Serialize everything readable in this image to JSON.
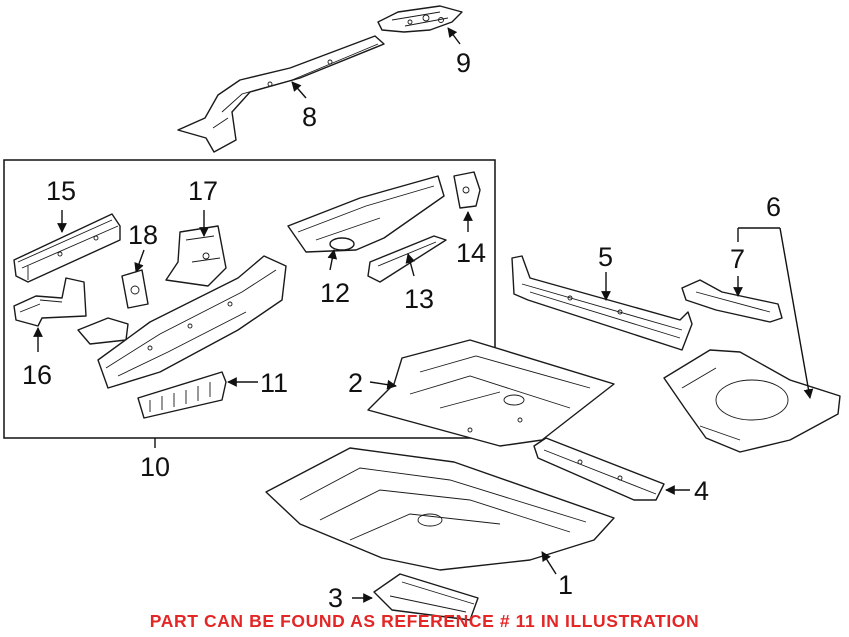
{
  "callouts": {
    "c1": "1",
    "c2": "2",
    "c3": "3",
    "c4": "4",
    "c5": "5",
    "c6": "6",
    "c7": "7",
    "c8": "8",
    "c9": "9",
    "c10": "10",
    "c11": "11",
    "c12": "12",
    "c13": "13",
    "c14": "14",
    "c15": "15",
    "c16": "16",
    "c17": "17",
    "c18": "18"
  },
  "notice": "PART CAN BE FOUND AS REFERENCE # 11 IN ILLUSTRATION",
  "colors": {
    "notice": "#e32626",
    "line": "#1a1a1a",
    "background": "#ffffff"
  }
}
